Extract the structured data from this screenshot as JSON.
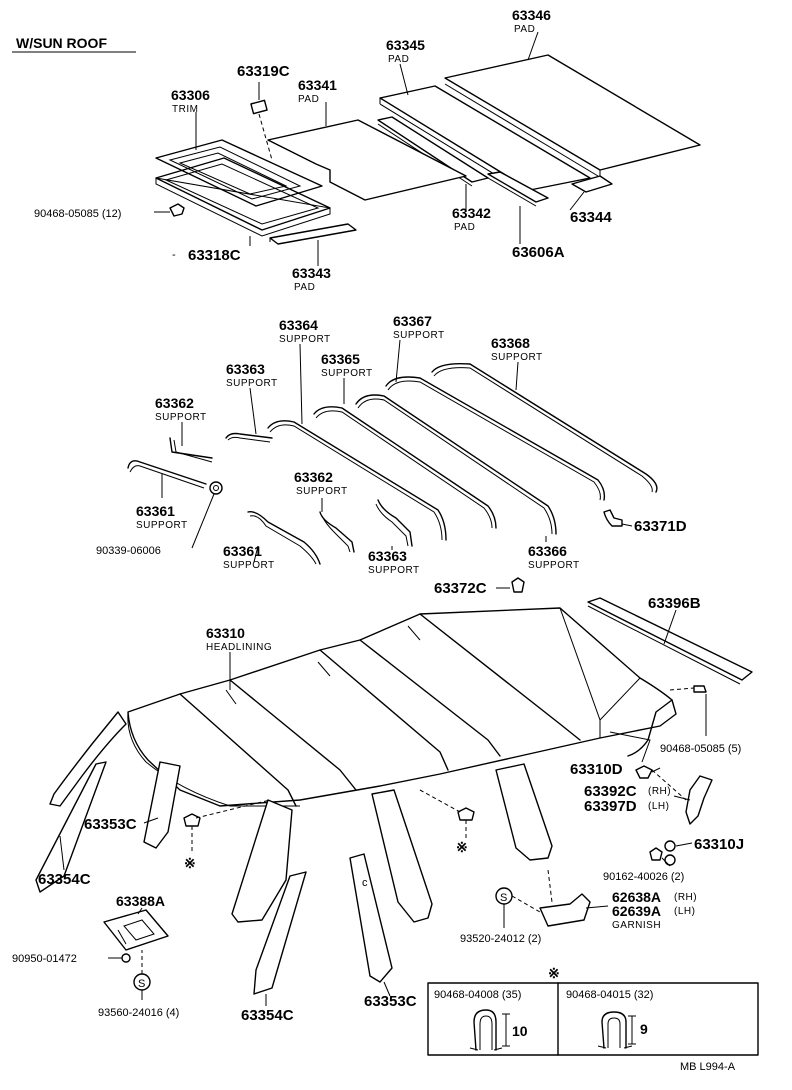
{
  "header": "W/SUN  ROOF",
  "footer_code": "MB  L994-A",
  "clip_mark": "※",
  "parts": {
    "p63346": {
      "no": "63346",
      "desc": "PAD"
    },
    "p63345": {
      "no": "63345",
      "desc": "PAD"
    },
    "p63319C": {
      "no": "63319C"
    },
    "p63306": {
      "no": "63306",
      "desc": "TRIM"
    },
    "p63341": {
      "no": "63341",
      "desc": "PAD"
    },
    "p90468_05085_12": {
      "no": "90468-05085 (12)"
    },
    "p63318C": {
      "no": "63318C"
    },
    "p63343": {
      "no": "63343",
      "desc": "PAD"
    },
    "p63342": {
      "no": "63342",
      "desc": "PAD"
    },
    "p63606A": {
      "no": "63606A"
    },
    "p63344": {
      "no": "63344"
    },
    "p63364": {
      "no": "63364",
      "desc": "SUPPORT"
    },
    "p63367": {
      "no": "63367",
      "desc": "SUPPORT"
    },
    "p63368": {
      "no": "63368",
      "desc": "SUPPORT"
    },
    "p63363a": {
      "no": "63363",
      "desc": "SUPPORT"
    },
    "p63365": {
      "no": "63365",
      "desc": "SUPPORT"
    },
    "p63362a": {
      "no": "63362",
      "desc": "SUPPORT"
    },
    "p63361a": {
      "no": "63361",
      "desc": "SUPPORT"
    },
    "p90339_06006": {
      "no": "90339-06006"
    },
    "p63362b": {
      "no": "63362",
      "desc": "SUPPORT"
    },
    "p63361b": {
      "no": "63361",
      "desc": "SUPPORT"
    },
    "p63363b": {
      "no": "63363",
      "desc": "SUPPORT"
    },
    "p63366": {
      "no": "63366",
      "desc": "SUPPORT"
    },
    "p63371D": {
      "no": "63371D"
    },
    "p63372C": {
      "no": "63372C"
    },
    "p63396B": {
      "no": "63396B"
    },
    "p63310": {
      "no": "63310",
      "desc": "HEADLINING"
    },
    "p90468_05085_5": {
      "no": "90468-05085 (5)"
    },
    "p63310D": {
      "no": "63310D"
    },
    "p63392C": {
      "no": "63392C",
      "desc": "(RH)"
    },
    "p63397D": {
      "no": "63397D",
      "desc": "(LH)"
    },
    "p63310J": {
      "no": "63310J"
    },
    "p90162_40026": {
      "no": "90162-40026 (2)"
    },
    "p63353C_a": {
      "no": "63353C"
    },
    "p63354C_a": {
      "no": "63354C"
    },
    "p63388A": {
      "no": "63388A"
    },
    "p90950_01472": {
      "no": "90950-01472"
    },
    "p93560_24016": {
      "no": "93560-24016 (4)"
    },
    "p63354C_b": {
      "no": "63354C"
    },
    "p63353C_b": {
      "no": "63353C"
    },
    "p62638A": {
      "no": "62638A",
      "desc": "(RH)"
    },
    "p62639A": {
      "no": "62639A",
      "desc": "(LH)"
    },
    "garnish": "GARNISH",
    "p93520_24012": {
      "no": "93520-24012 (2)"
    }
  },
  "clip_table": {
    "cells": [
      {
        "part": "90468-04008 (35)",
        "dim": "10"
      },
      {
        "part": "90468-04015 (32)",
        "dim": "9"
      }
    ]
  },
  "screw_mark": "S",
  "small_c": "c"
}
